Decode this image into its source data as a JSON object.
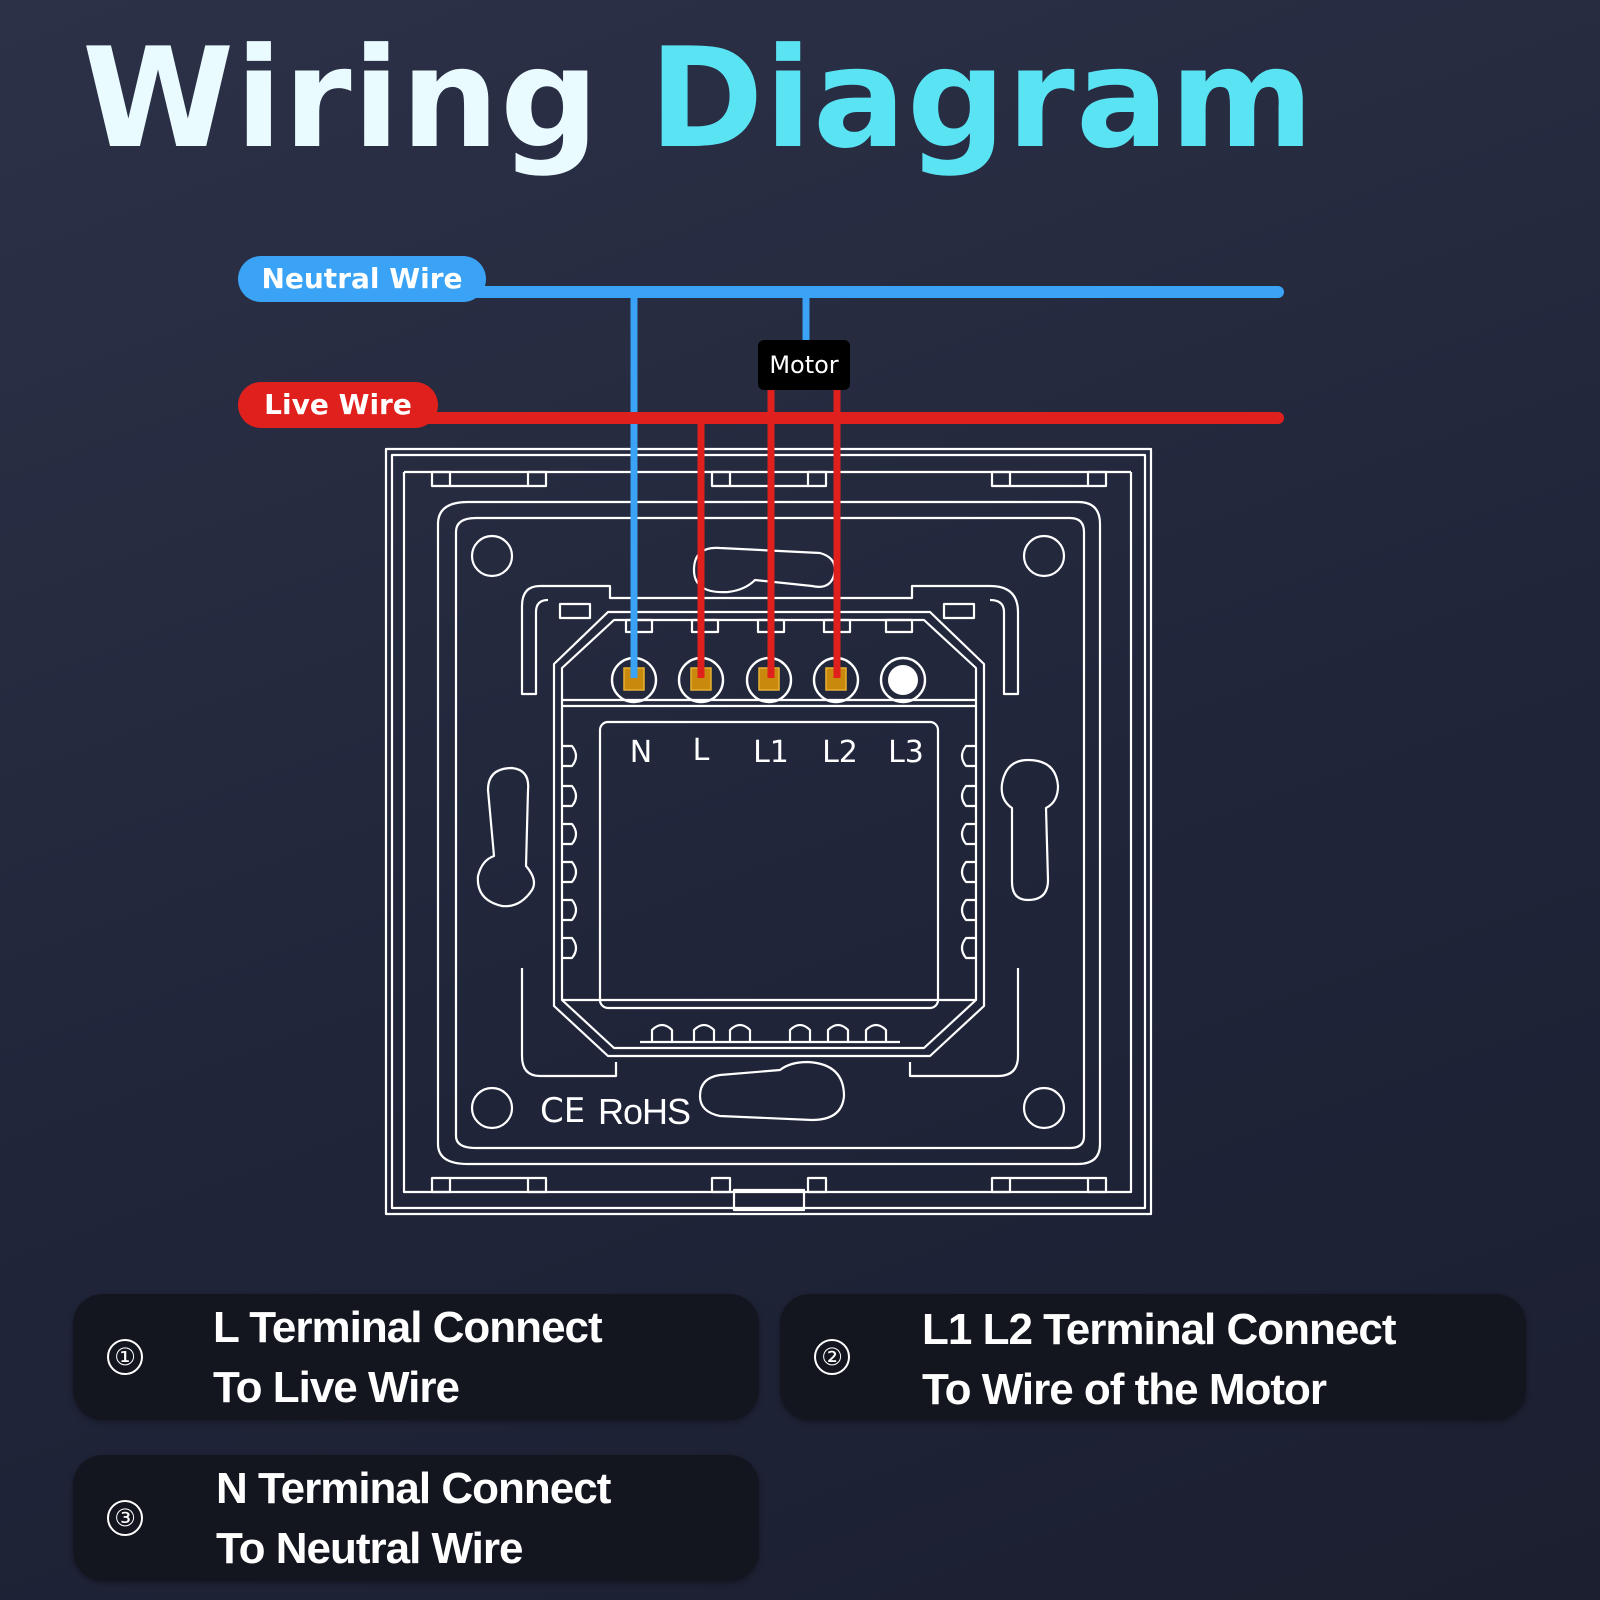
{
  "title": {
    "word1": "Wiring",
    "word2": "Diagram"
  },
  "wires": {
    "neutral_label": "Neutral Wire",
    "live_label": "Live Wire",
    "motor_label": "Motor",
    "neutral_color": "#3aa3f5",
    "live_color": "#e0201c"
  },
  "terminals": [
    "N",
    "L",
    "L1",
    "L2",
    "L3"
  ],
  "device_marks": {
    "ce": "CE",
    "rohs": "RoHS"
  },
  "steps": [
    {
      "number": "①",
      "line1": "L  Terminal Connect",
      "line2": "To Live Wire"
    },
    {
      "number": "②",
      "line1": "L1 L2 Terminal Connect",
      "line2": "To Wire of the Motor"
    },
    {
      "number": "③",
      "line1": "N Terminal Connect",
      "line2": "To Neutral Wire"
    }
  ]
}
